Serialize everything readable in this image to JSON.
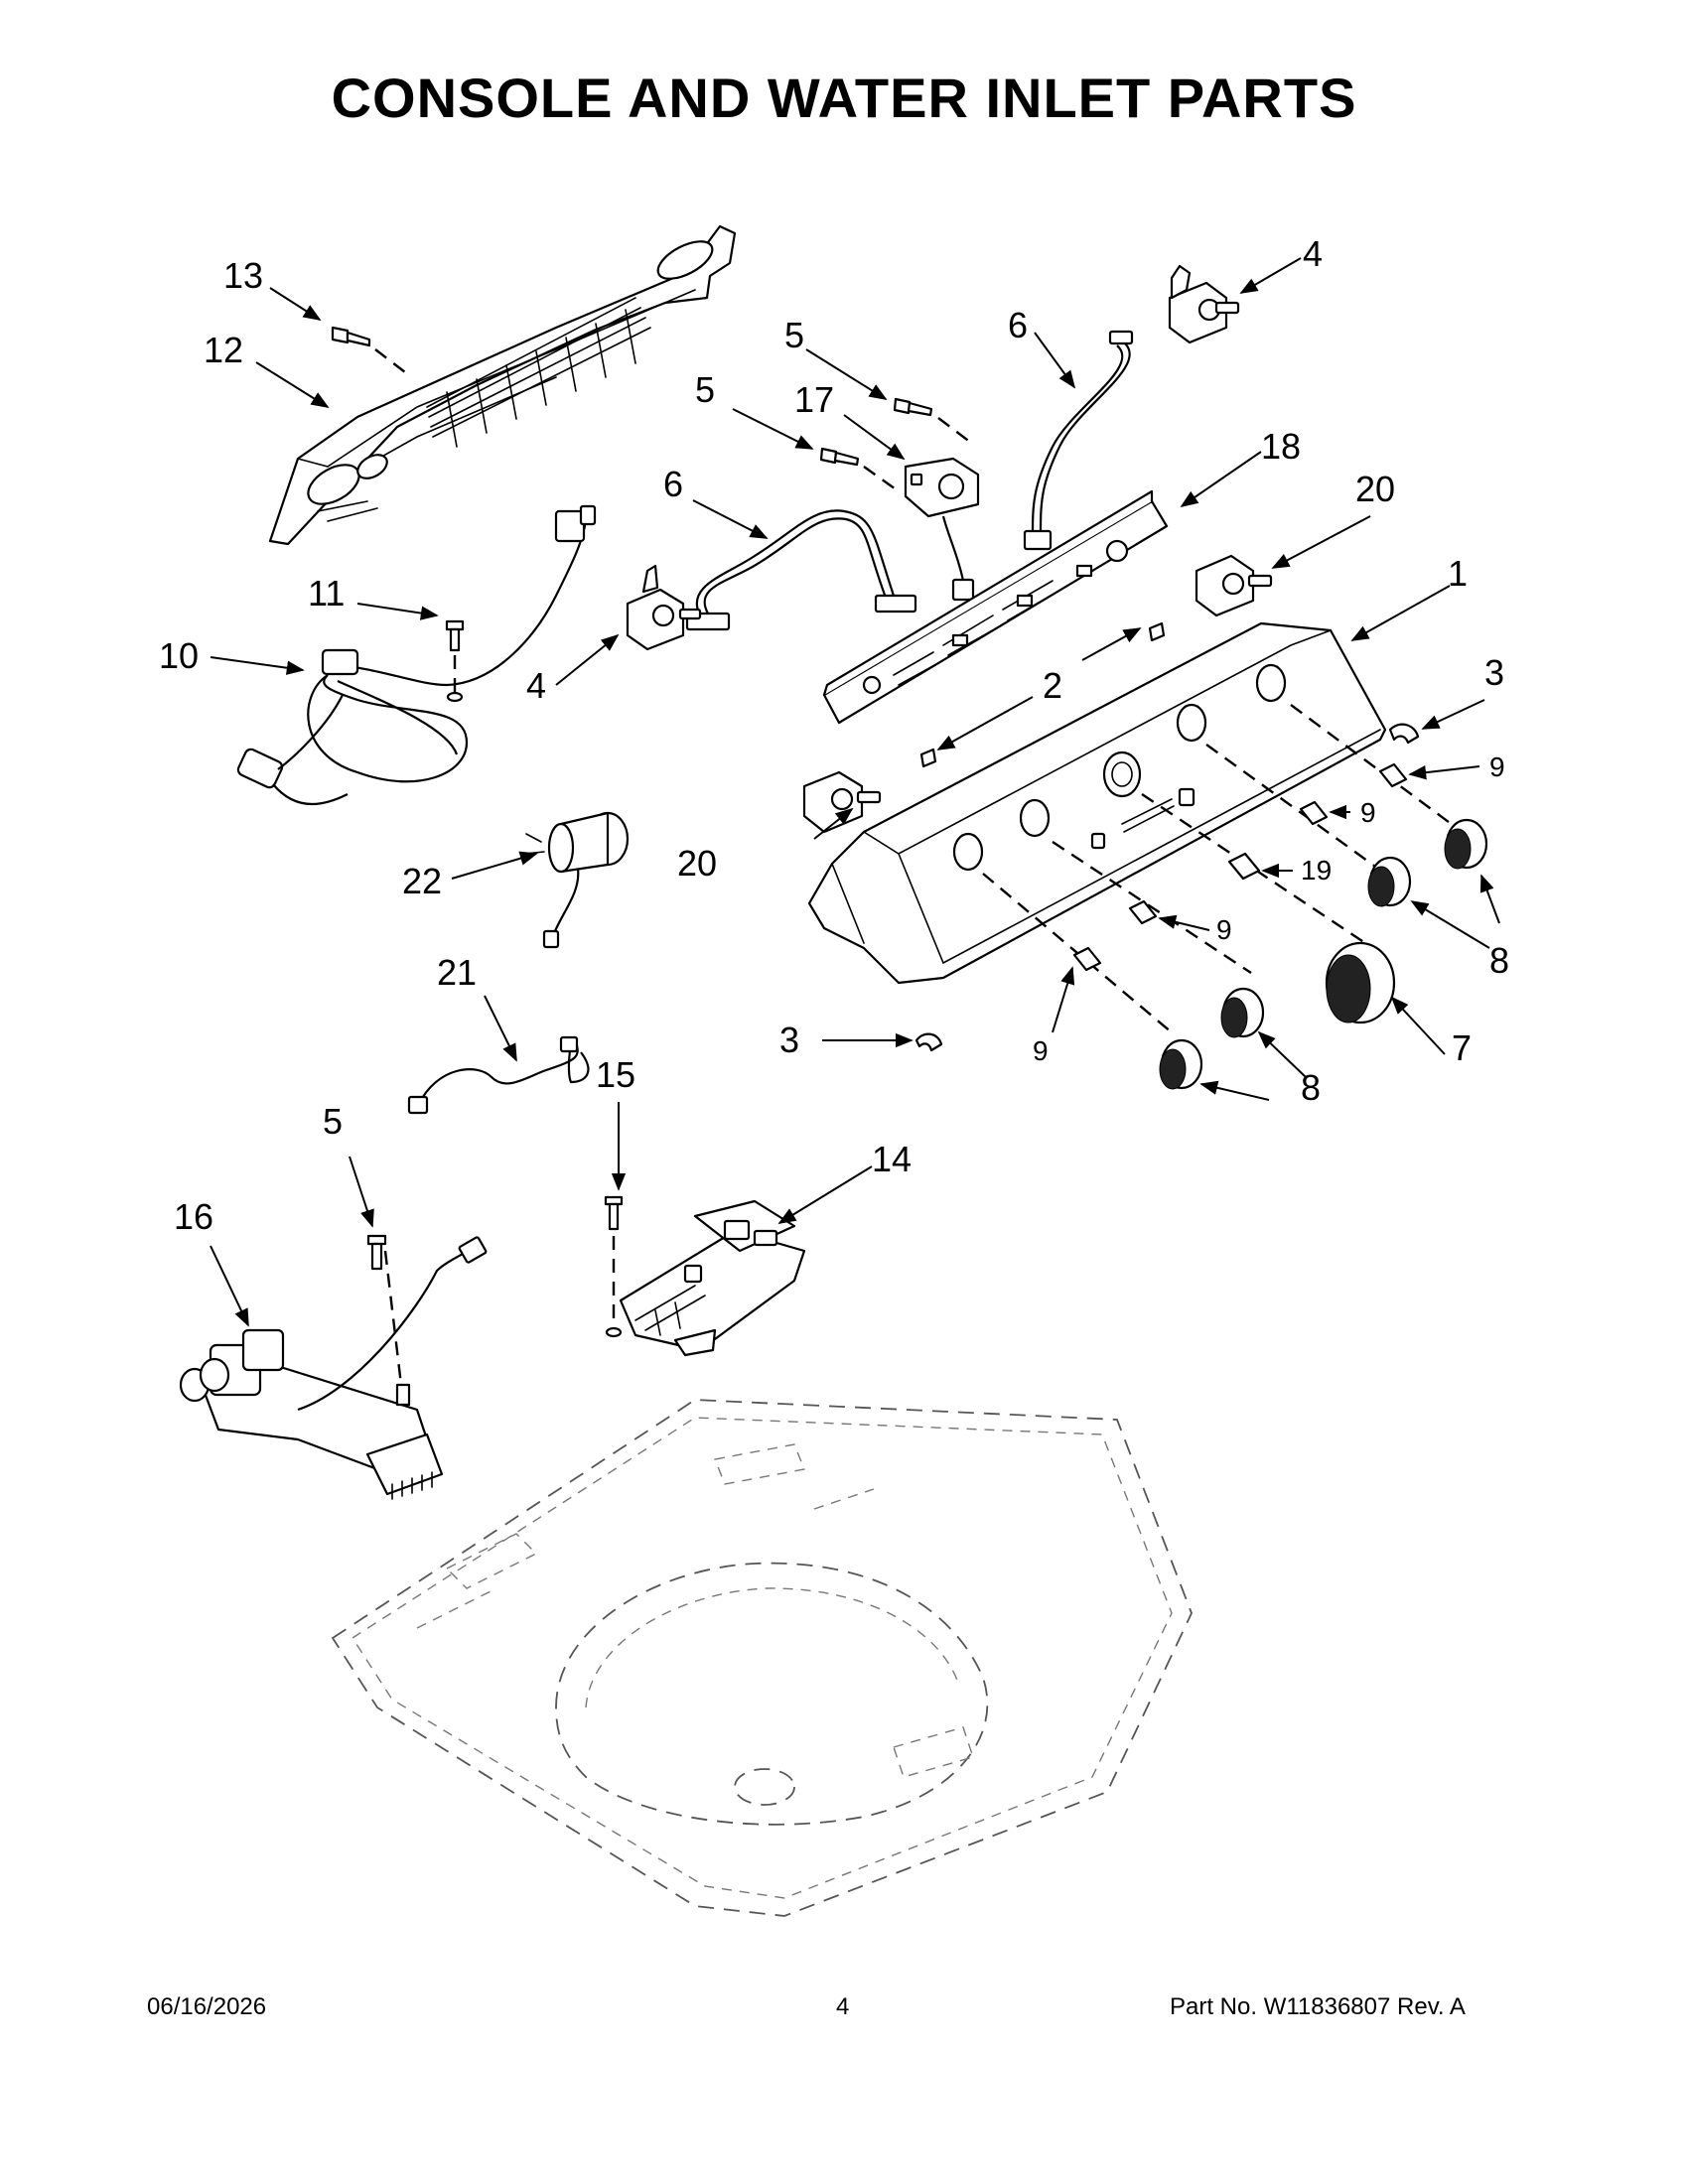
{
  "page": {
    "title": "CONSOLE AND WATER INLET PARTS",
    "date": "06/16/2026",
    "page_number": "4",
    "part_no": "Part No.  W11836807  Rev.  A"
  },
  "callouts": {
    "c1": "1",
    "c2": "2",
    "c3a": "3",
    "c3b": "3",
    "c4a": "4",
    "c4b": "4",
    "c5a": "5",
    "c5b": "5",
    "c5c": "5",
    "c6a": "6",
    "c6b": "6",
    "c7": "7",
    "c8a": "8",
    "c8b": "8",
    "c9a": "9",
    "c9b": "9",
    "c9c": "9",
    "c9d": "9",
    "c10": "10",
    "c11": "11",
    "c12": "12",
    "c13": "13",
    "c14": "14",
    "c15": "15",
    "c16": "16",
    "c17": "17",
    "c18": "18",
    "c19": "19",
    "c20a": "20",
    "c20b": "20",
    "c21": "21",
    "c22": "22"
  }
}
